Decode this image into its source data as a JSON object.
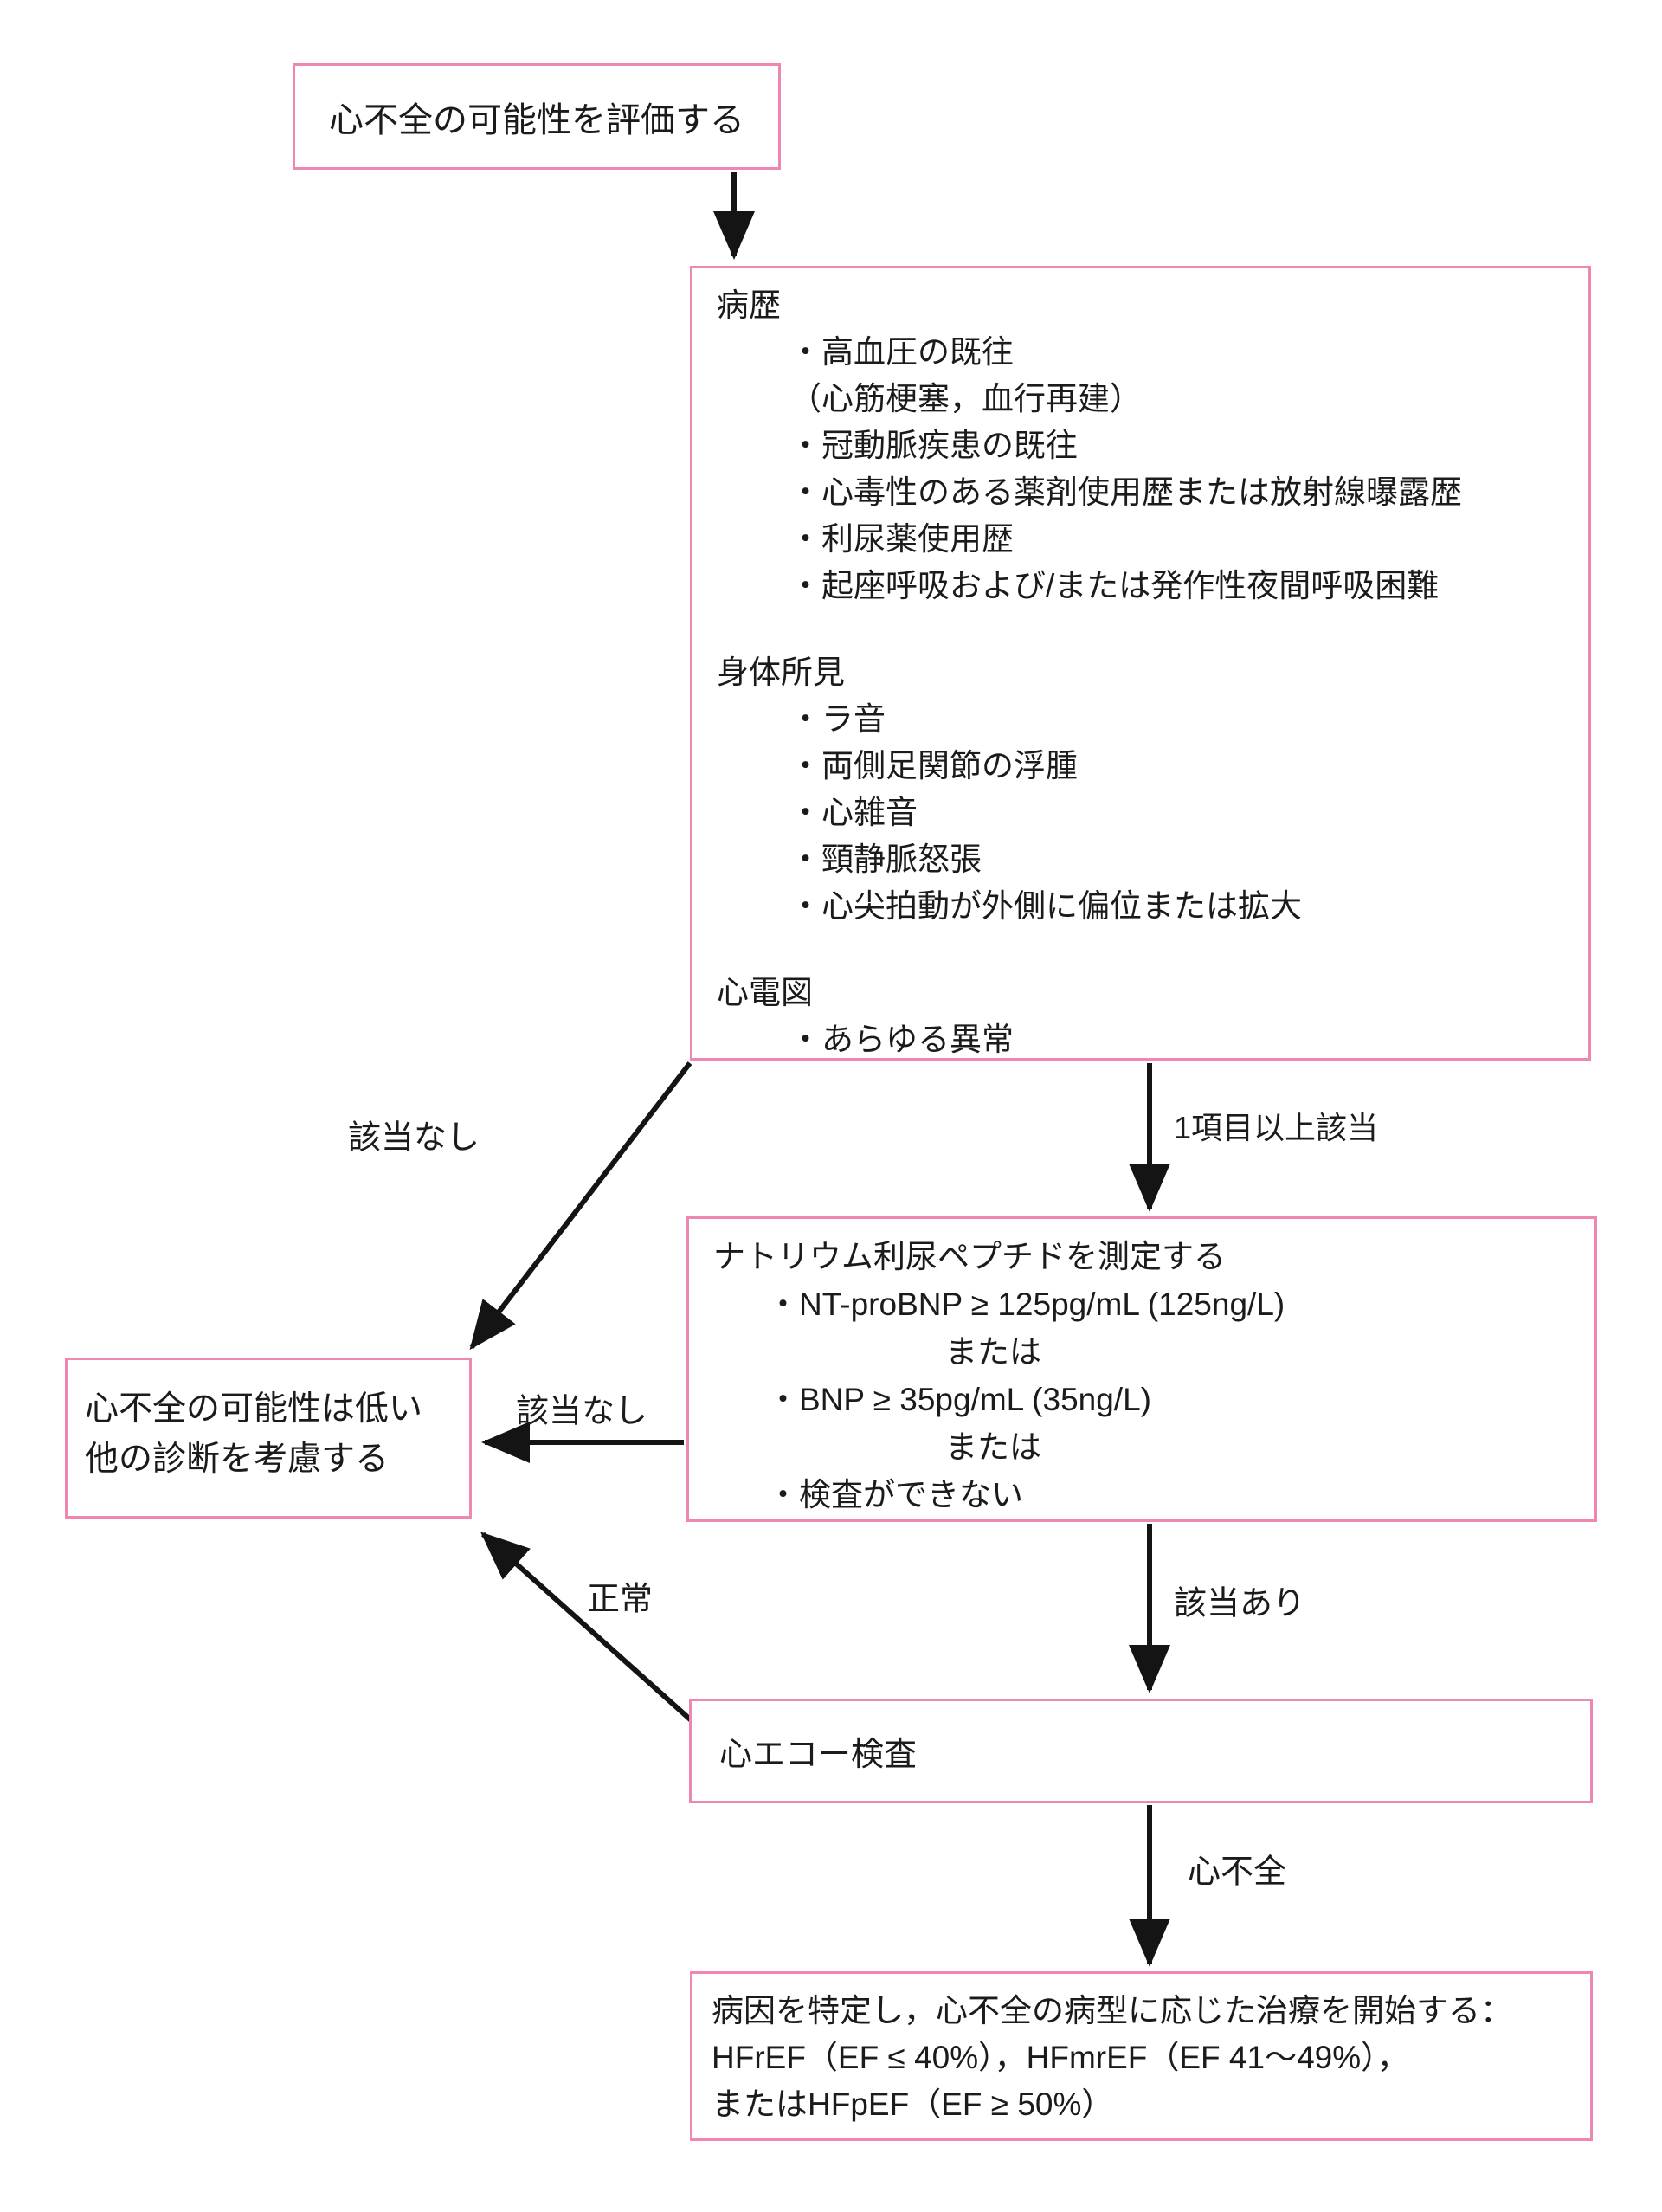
{
  "colors": {
    "box_border_pink": "#f086b2",
    "arrow_black": "#141414",
    "text": "#1b1b1b",
    "background": "#ffffff"
  },
  "nodes": {
    "assess": {
      "text": "心不全の可能性を評価する"
    },
    "findings": {
      "lines": [
        {
          "t": "病歴",
          "i": 0
        },
        {
          "t": "・高血圧の既往",
          "i": 1
        },
        {
          "t": "（心筋梗塞，血行再建）",
          "i": 1
        },
        {
          "t": "・冠動脈疾患の既往",
          "i": 1
        },
        {
          "t": "・心毒性のある薬剤使用歴または放射線曝露歴",
          "i": 1
        },
        {
          "t": "・利尿薬使用歴",
          "i": 1
        },
        {
          "t": "・起座呼吸および/または発作性夜間呼吸困難",
          "i": 1
        },
        {
          "t": "",
          "i": 0
        },
        {
          "t": "身体所見",
          "i": 0
        },
        {
          "t": "・ラ音",
          "i": 1
        },
        {
          "t": "・両側足関節の浮腫",
          "i": 1
        },
        {
          "t": "・心雑音",
          "i": 1
        },
        {
          "t": "・頸静脈怒張",
          "i": 1
        },
        {
          "t": "・心尖拍動が外側に偏位または拡大",
          "i": 1
        },
        {
          "t": "",
          "i": 0
        },
        {
          "t": "心電図",
          "i": 0
        },
        {
          "t": "・あらゆる異常",
          "i": 1
        }
      ]
    },
    "natriuretic": {
      "lines": [
        {
          "t": "ナトリウム利尿ペプチドを測定する",
          "i": 0
        },
        {
          "t": "・NT-proBNP ≥ 125pg/mL (125ng/L)",
          "i": 1
        },
        {
          "t": "または",
          "i": 2
        },
        {
          "t": "・BNP ≥ 35pg/mL (35ng/L)",
          "i": 1
        },
        {
          "t": "または",
          "i": 2
        },
        {
          "t": "・検査ができない",
          "i": 1
        }
      ]
    },
    "lowprob": {
      "lines": [
        {
          "t": "心不全の可能性は低い",
          "i": 0
        },
        {
          "t": "他の診断を考慮する",
          "i": 0
        }
      ]
    },
    "echo": {
      "text": "心エコー検査"
    },
    "treat": {
      "lines": [
        {
          "t": "病因を特定し，心不全の病型に応じた治療を開始する：",
          "i": 0
        },
        {
          "t": "HFrEF（EF ≤ 40%），HFmrEF（EF 41～49%），",
          "i": 0
        },
        {
          "t": "またはHFpEF（EF ≥ 50%）",
          "i": 0
        }
      ]
    }
  },
  "edge_labels": {
    "no_match_upper": "該当なし",
    "one_or_more": "1項目以上該当",
    "no_match_mid": "該当なし",
    "match": "該当あり",
    "normal": "正常",
    "heart_failure": "心不全"
  },
  "edges": [
    {
      "from": "assess-box",
      "to": "findings-box",
      "label": ""
    },
    {
      "from": "findings-box",
      "to": "lowprob-box",
      "label": "該当なし"
    },
    {
      "from": "findings-box",
      "to": "natriuretic-box",
      "label": "1項目以上該当"
    },
    {
      "from": "natriuretic-box",
      "to": "lowprob-box",
      "label": "該当なし"
    },
    {
      "from": "natriuretic-box",
      "to": "echo-box",
      "label": "該当あり"
    },
    {
      "from": "echo-box",
      "to": "lowprob-box",
      "label": "正常"
    },
    {
      "from": "echo-box",
      "to": "treat-box",
      "label": "心不全"
    }
  ]
}
